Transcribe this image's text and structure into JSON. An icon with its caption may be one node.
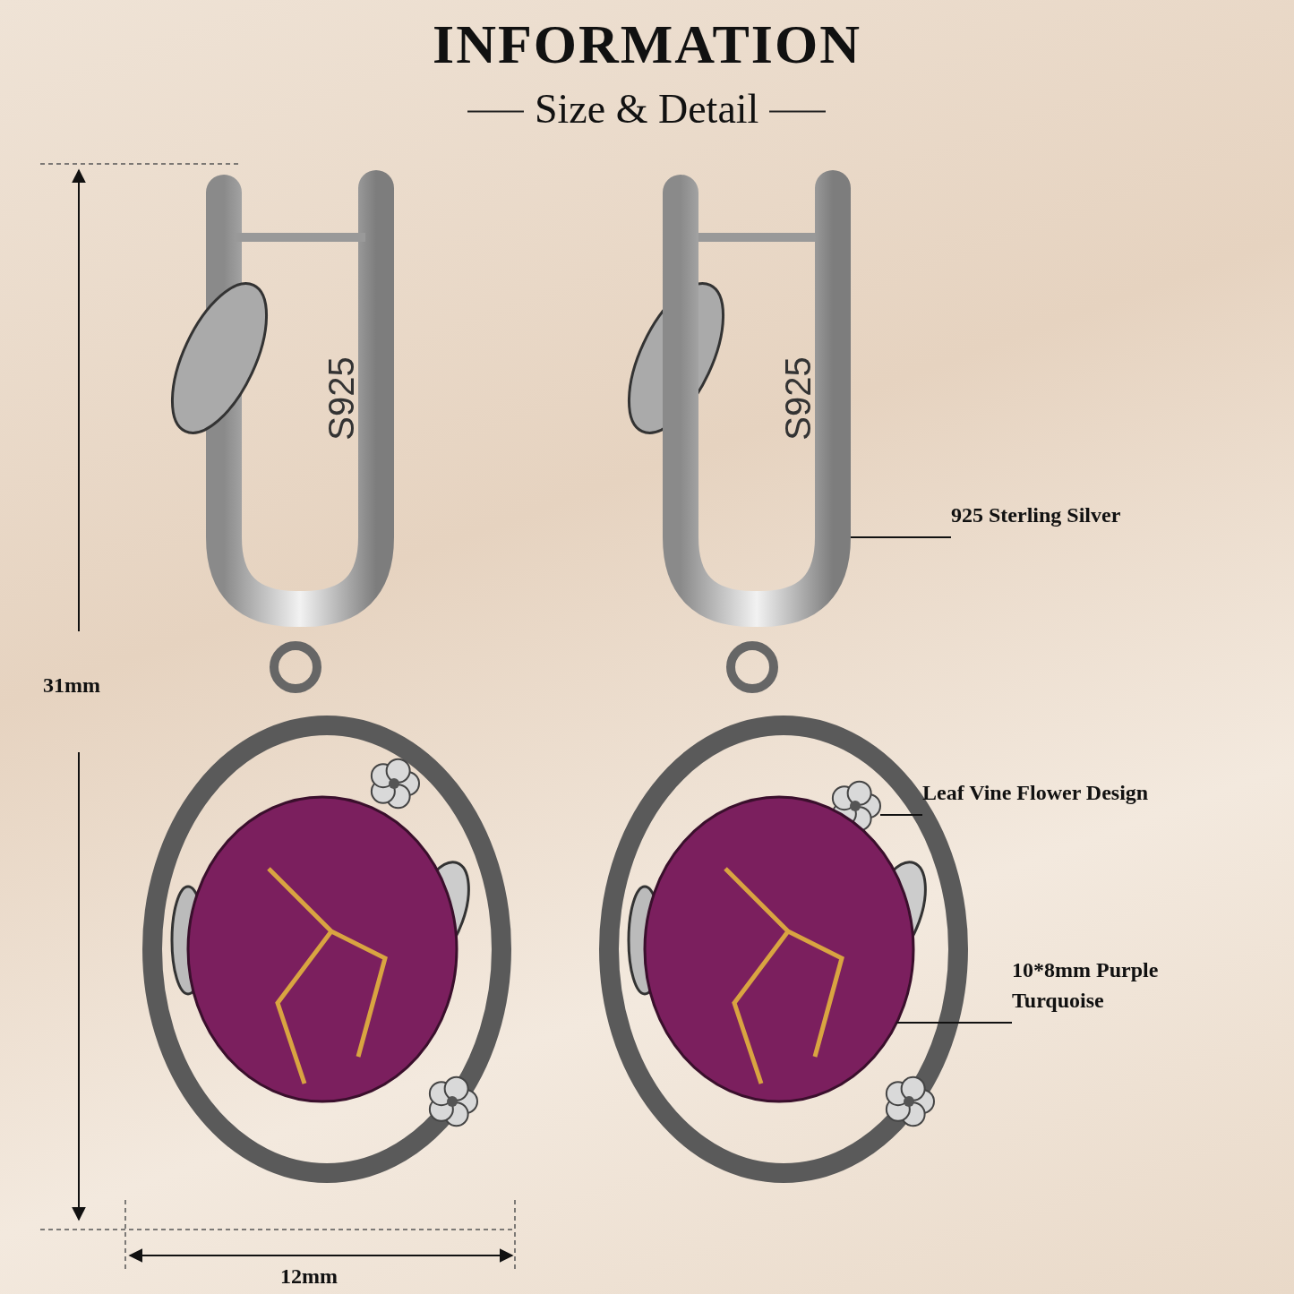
{
  "diagram": {
    "title": "INFORMATION",
    "nodes": [
      {
        "text": [
          "925 Sterling Silver"
        ]
      },
      {
        "text": [],
        "shape": "picture"
      },
      {
        "text": [
          "Leaf Vine Flower Design"
        ]
      },
      {
        "text": [],
        "shape": "picture"
      },
      {
        "text": [
          "10*8mm Purple Turquoise"
        ]
      },
      {
        "text": [],
        "shape": "circle"
      }
    ],
    "edges": [
      {
        "from": 0,
        "to": 1,
        "arrow": "none"
      },
      {
        "from": 2,
        "to": 3,
        "arrow": "none"
      },
      {
        "from": 4,
        "to": 5,
        "arrow": "none"
      }
    ],
    "labels": [
      "Size & Detail",
      "31mm",
      "12mm",
      "S925",
      "S925"
    ]
  }
}
